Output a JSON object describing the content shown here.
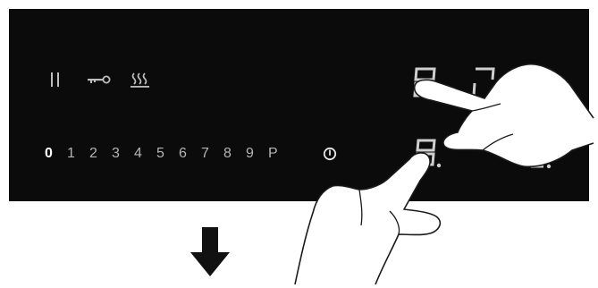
{
  "controls": {
    "levels": [
      "0",
      "1",
      "2",
      "3",
      "4",
      "5",
      "6",
      "7",
      "8",
      "9",
      "P"
    ],
    "active_level": "0",
    "icons": [
      "pause-icon",
      "childlock-key-icon",
      "keep-warm-icon",
      "power-icon",
      "down-arrow-icon"
    ]
  },
  "colors": {
    "panel": "#0b0b0b",
    "symbol": "#bdbdbd",
    "active": "#ffffff",
    "display": "#cfcfcf"
  }
}
